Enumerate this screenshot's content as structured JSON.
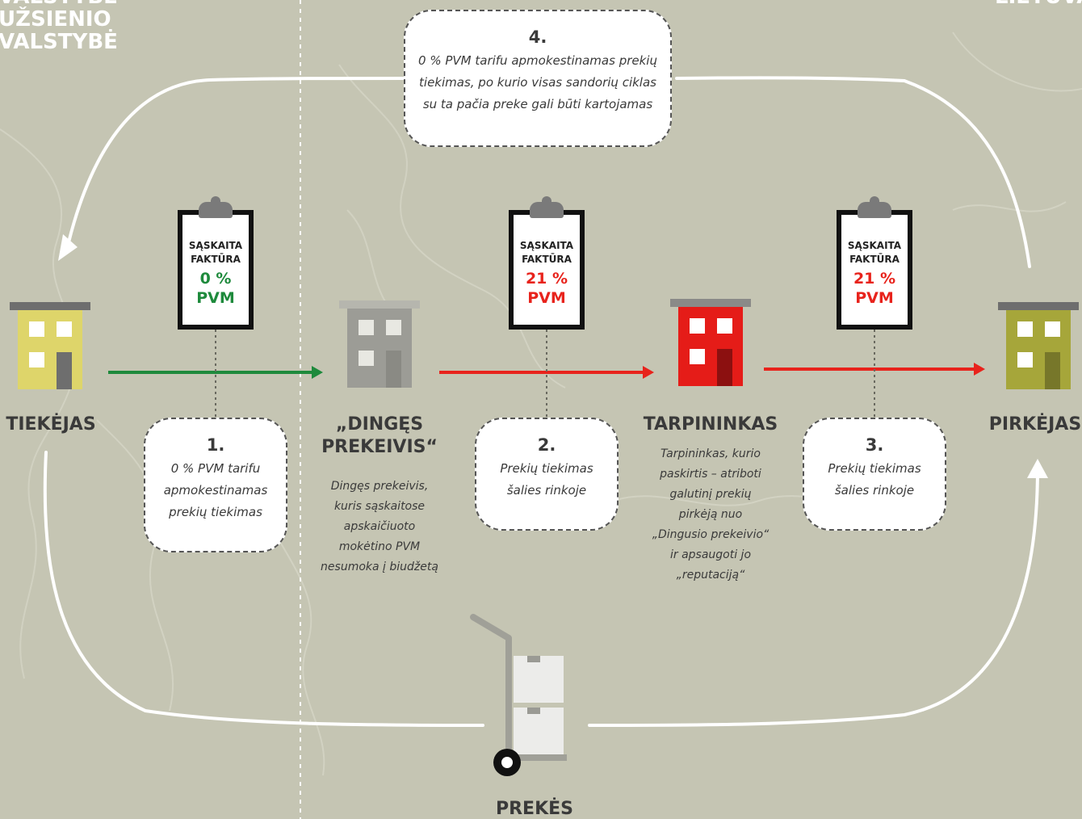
{
  "regions": {
    "left": [
      "VALSTYBĖ",
      "UŽSIENIO",
      "VALSTYBĖ"
    ],
    "right": "LIETUVA"
  },
  "entities": {
    "supplier": "TIEKĖJAS",
    "missing_trader": [
      "„DINGĘS",
      "PREKEIVIS“"
    ],
    "intermediary": "TARPININKAS",
    "buyer": "PIRKĖJAS",
    "goods": "PREKĖS"
  },
  "invoices": [
    {
      "title1": "SĄSKAITA",
      "title2": "FAKTŪRA",
      "rate": "0 %",
      "vat": "PVM",
      "color": "#1e8a3c"
    },
    {
      "title1": "SĄSKAITA",
      "title2": "FAKTŪRA",
      "rate": "21 %",
      "vat": "PVM",
      "color": "#e8231c"
    },
    {
      "title1": "SĄSKAITA",
      "title2": "FAKTŪRA",
      "rate": "21 %",
      "vat": "PVM",
      "color": "#e8231c"
    }
  ],
  "steps": [
    {
      "num": "1.",
      "lines": [
        "0 % PVM tarifu",
        "apmokestinamas",
        "prekių tiekimas"
      ]
    },
    {
      "num": "2.",
      "lines": [
        "Prekių tiekimas",
        "šalies rinkoje"
      ]
    },
    {
      "num": "3.",
      "lines": [
        "Prekių tiekimas",
        "šalies rinkoje"
      ]
    },
    {
      "num": "4.",
      "lines": [
        "0 % PVM tarifu apmokestinamas prekių",
        "tiekimas, po kurio visas sandorių ciklas",
        "su ta pačia preke gali būti kartojamas"
      ]
    }
  ],
  "descriptions": {
    "missing_trader": [
      "Dingęs prekeivis,",
      "kuris sąskaitose",
      "apskaičiuoto",
      "mokėtino PVM",
      "nesumoka į biudžetą"
    ],
    "intermediary": [
      "Tarpininkas, kurio",
      "paskirtis – atriboti",
      "galutinį prekių",
      "pirkėją nuo",
      "„Dingusio prekeivio“",
      "ir apsaugoti jo",
      "„reputaciją“"
    ]
  },
  "colors": {
    "background": "#c5c5b3",
    "green": "#1e8a3c",
    "red": "#e8231c",
    "supplier_building": "#ded56a",
    "missing_building": "#9c9c96",
    "intermediary_building": "#e51c18",
    "buyer_building": "#a6a63a"
  }
}
